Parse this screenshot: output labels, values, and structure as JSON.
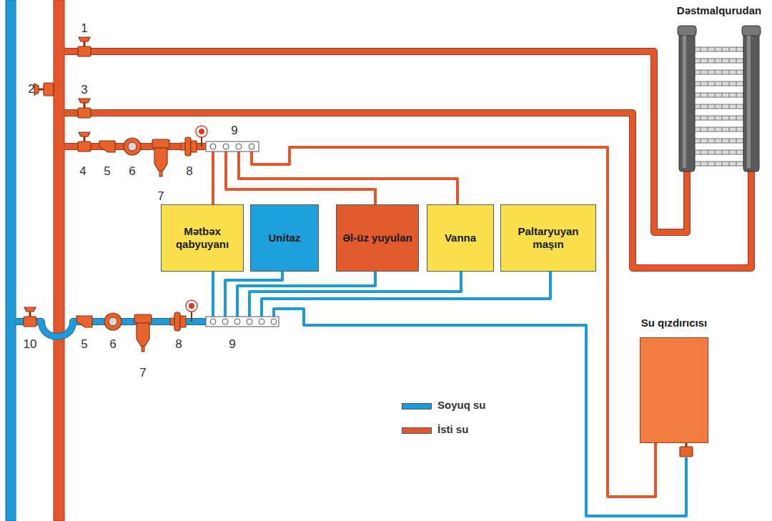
{
  "diagram": {
    "nodes": [
      {
        "text": [
          "Dəstmalqurudan"
        ]
      },
      {
        "text": [
          "Mətbəx qabyuyanı"
        ]
      },
      {
        "text": [
          "Unitaz"
        ]
      },
      {
        "text": [
          "Əl-üz yuyulan"
        ]
      },
      {
        "text": [
          "Vanna"
        ]
      },
      {
        "text": [
          "Paltaryuyan maşın"
        ]
      },
      {
        "text": [
          "Su qızdırıcısı"
        ]
      }
    ],
    "labels": [
      "1",
      "2",
      "3",
      "4",
      "5",
      "6",
      "7",
      "8",
      "9",
      "10",
      "5",
      "6",
      "7",
      "8",
      "9"
    ],
    "legend": [
      {
        "text": "Soyuq su",
        "color": "#1e9ad8"
      },
      {
        "text": "İsti su",
        "color": "#e2582b"
      }
    ]
  }
}
